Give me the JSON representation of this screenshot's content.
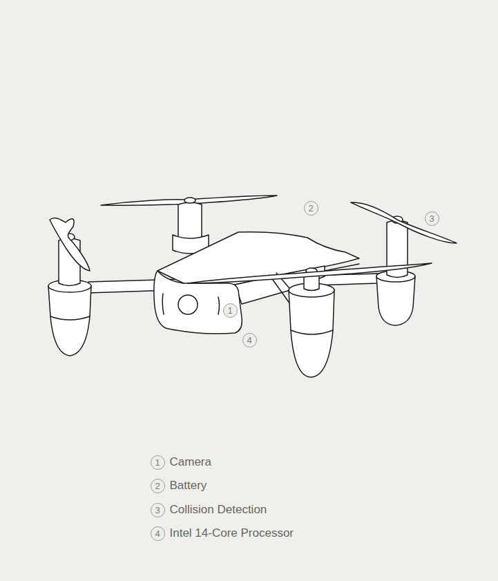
{
  "diagram": {
    "nodes": [
      {
        "text": [
          "1"
        ]
      },
      {
        "text": [
          "2"
        ]
      },
      {
        "text": [
          "3"
        ]
      },
      {
        "text": [
          "4"
        ]
      },
      {
        "text": [
          "1",
          "Camera"
        ]
      },
      {
        "text": [
          "2",
          "Battery"
        ]
      },
      {
        "text": [
          "3",
          "Collision Detection"
        ]
      },
      {
        "text": [
          "4",
          "Intel 14-Core Processor"
        ]
      }
    ]
  }
}
